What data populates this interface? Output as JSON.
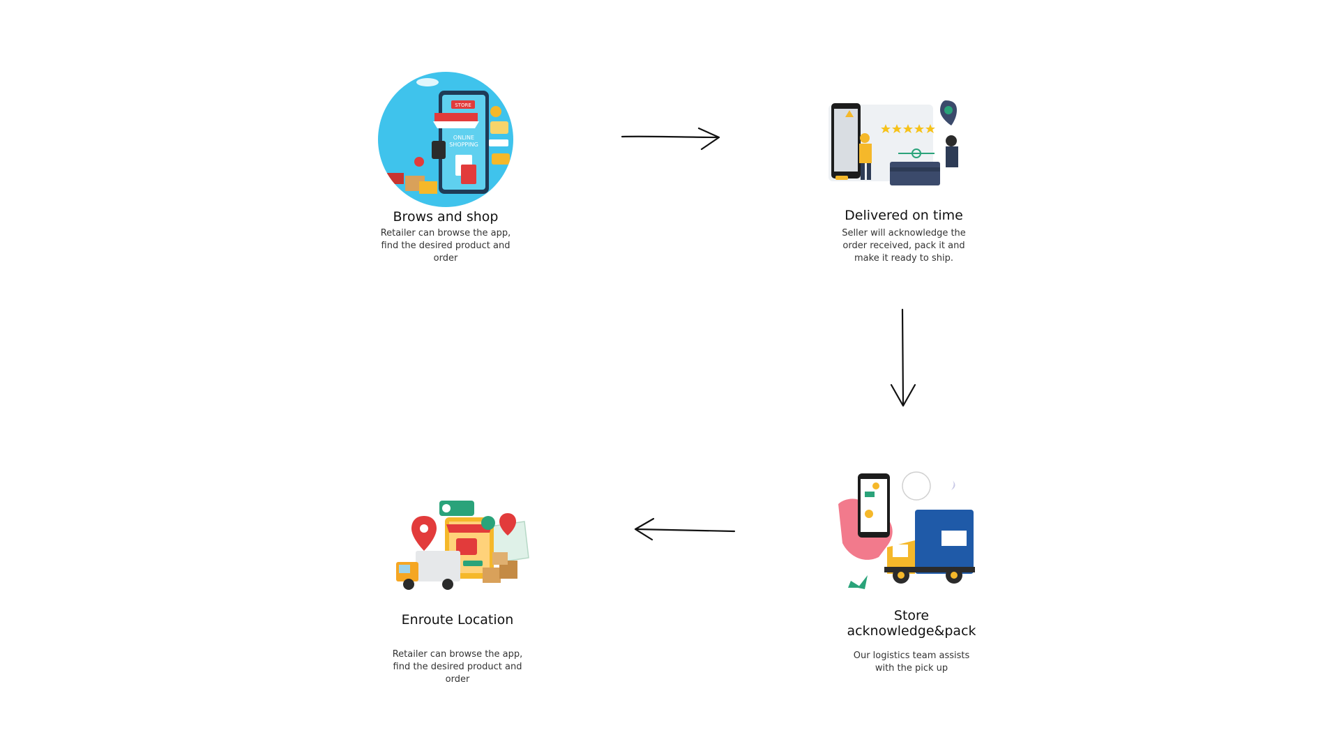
{
  "steps": [
    {
      "title": "Brows and shop",
      "description_lines": [
        "Retailer can browse the app,",
        "find the desired product and",
        "order"
      ],
      "illustration": "online-shopping-illustration",
      "store_sign": "STORE",
      "phone_text_1": "ONLINE",
      "phone_text_2": "SHOPPING"
    },
    {
      "title": "Delivered on time",
      "description_lines": [
        "Seller will acknowledge the",
        "order received, pack it and",
        "make it ready to ship."
      ],
      "illustration": "delivery-rating-illustration"
    },
    {
      "title_lines": [
        "Store",
        "acknowledge&pack"
      ],
      "description_lines": [
        "Our logistics team assists",
        "with the pick up"
      ],
      "illustration": "phone-truck-illustration"
    },
    {
      "title": "Enroute Location",
      "description_lines": [
        "Retailer can browse the app,",
        "find the desired product and",
        "order"
      ],
      "illustration": "enroute-logistics-illustration"
    }
  ],
  "arrows": [
    {
      "from": "Brows and shop",
      "to": "Delivered on time",
      "direction": "right"
    },
    {
      "from": "Delivered on time",
      "to": "Store acknowledge&pack",
      "direction": "down"
    },
    {
      "from": "Store acknowledge&pack",
      "to": "Enroute Location",
      "direction": "left"
    }
  ],
  "colors": {
    "sky_blue": "#3fc3ec",
    "store_red": "#e23b3b",
    "truck_yellow": "#f5b82a",
    "truck_blue": "#1f5aa8",
    "hand_pink": "#f27a8c",
    "star_yellow": "#f6c21a",
    "box_brown": "#d9a15a"
  }
}
